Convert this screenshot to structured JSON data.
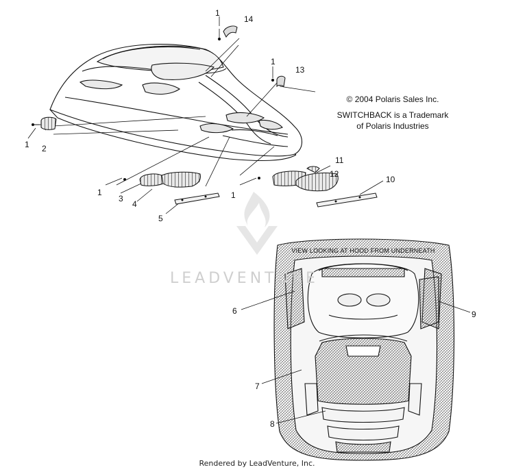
{
  "callouts": {
    "c1a": "1",
    "c14": "14",
    "c1b": "1",
    "c13": "13",
    "c1c": "1",
    "c2": "2",
    "c12": "12",
    "c11": "11",
    "c1d": "1",
    "c3": "3",
    "c4": "4",
    "c1e": "1",
    "c10": "10",
    "c5": "5",
    "c6": "6",
    "c9": "9",
    "c7": "7",
    "c8": "8"
  },
  "copyright": {
    "line1": "© 2004 Polaris Sales Inc.",
    "line2": "SWITCHBACK is a Trademark",
    "line3": "of Polaris Industries"
  },
  "view_label": "VIEW LOOKING AT HOOD FROM UNDERNEATH",
  "watermark": "LEADVENTURE",
  "footer": "Rendered by LeadVenture, Inc."
}
